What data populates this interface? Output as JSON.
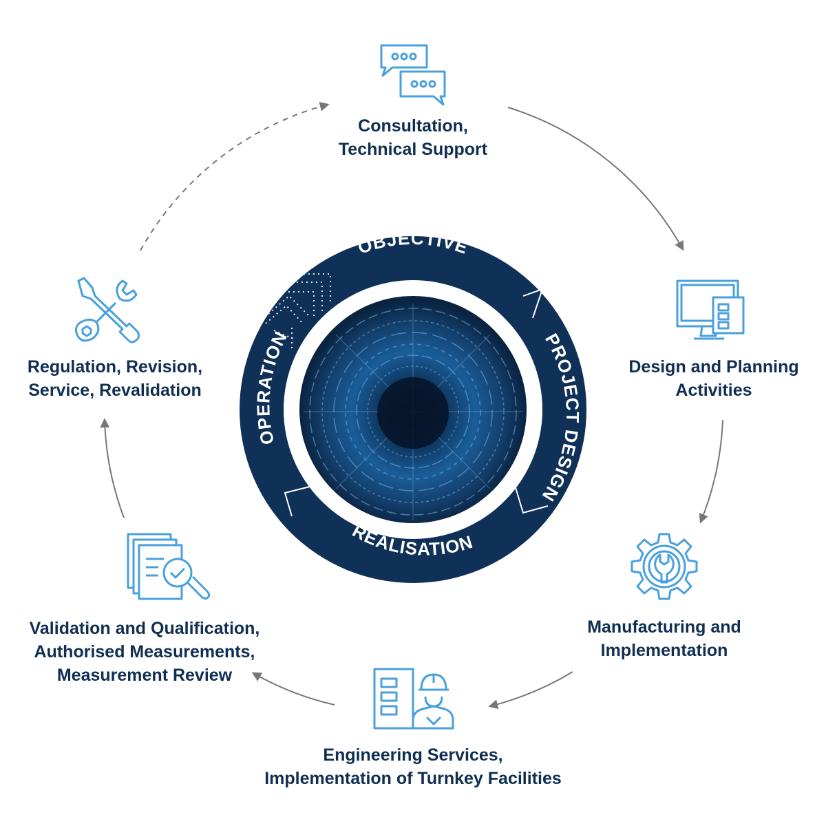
{
  "colors": {
    "ring": "#0f3057",
    "label": "#0f2e52",
    "icon": "#48a0dc",
    "arrow": "#777777",
    "core_dark": "#05162b",
    "core_light": "#2f87c8"
  },
  "ring_stages": [
    "OBJECTIVE",
    "PROJECT DESIGN",
    "REALISATION",
    "OPERATION"
  ],
  "steps": [
    {
      "icon": "chat-bubbles-icon",
      "lines": [
        "Consultation,",
        "Technical Support"
      ]
    },
    {
      "icon": "computer-monitor-icon",
      "lines": [
        "Design and Planning",
        "Activities"
      ]
    },
    {
      "icon": "gear-wrench-icon",
      "lines": [
        "Manufacturing and",
        "Implementation"
      ]
    },
    {
      "icon": "engineer-checklist-icon",
      "lines": [
        "Engineering Services,",
        "Implementation of Turnkey Facilities"
      ]
    },
    {
      "icon": "documents-magnifier-icon",
      "lines": [
        "Validation and Qualification,",
        "Authorised Measurements,",
        "Measurement Review"
      ]
    },
    {
      "icon": "tools-icon",
      "lines": [
        "Regulation, Revision,",
        "Service, Revalidation"
      ]
    }
  ]
}
